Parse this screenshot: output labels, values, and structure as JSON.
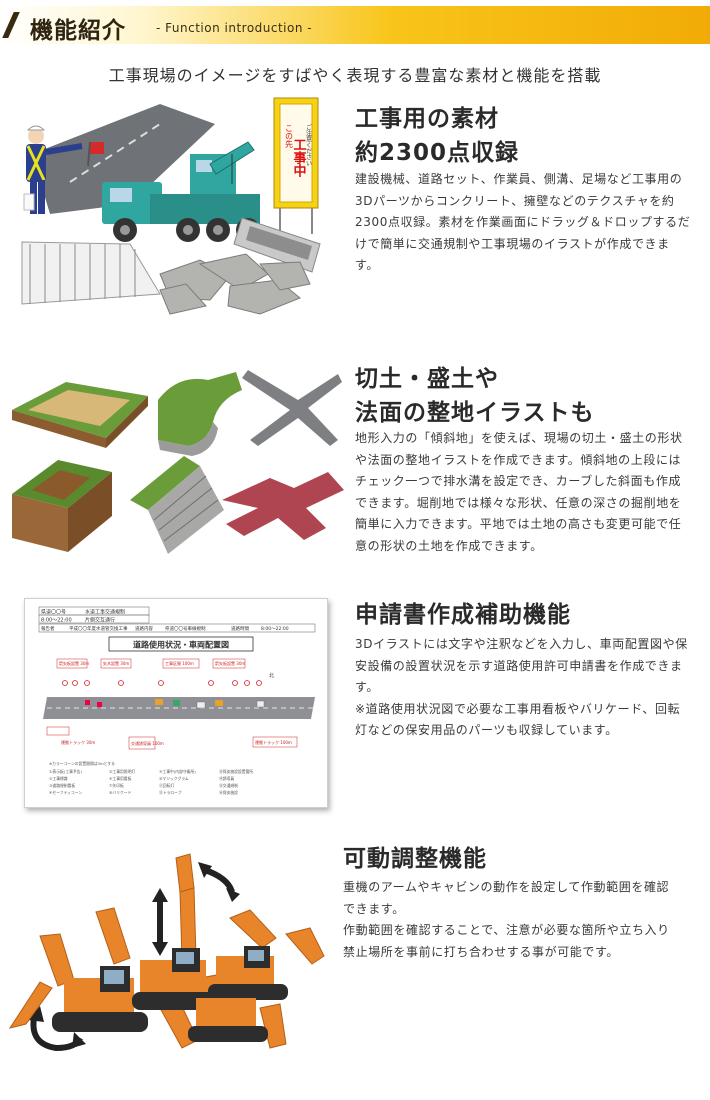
{
  "header": {
    "title": "機能紹介",
    "subtitle": "- Function introduction -"
  },
  "intro": "工事現場のイメージをすばやく表現する豊富な素材と機能を搭載",
  "sections": [
    {
      "title_line1": "工事用の素材",
      "title_line2": "約2300点収録",
      "body": [
        "建設機械、道路セット、作業員、側溝、足場など工事用の",
        "3Dパーツからコンクリート、擁壁などのテクスチャを約",
        "2300点収録。素材を作業画面にドラッグ＆ドロップするだ",
        "けで簡単に交通規制や工事現場のイラストが作成できま",
        "す。"
      ],
      "illustration": {
        "sign_text_top": "この先",
        "sign_text_main": "工事中",
        "sign_text_bottom": "ご注意ください"
      }
    },
    {
      "title_line1": "切土・盛土や",
      "title_line2": "法面の整地イラストも",
      "body": [
        "地形入力の「傾斜地」を使えば、現場の切土・盛土の形状",
        "や法面の整地イラストを作成できます。傾斜地の上段には",
        "チェック一つで排水溝を設定でき、カーブした斜面も作成",
        "できます。堀削地では様々な形状、任意の深さの掘削地を",
        "簡単に入力できます。平地では土地の高さも変更可能で任",
        "意の形状の土地を作成できます。"
      ]
    },
    {
      "title_line1": "申請書作成補助機能",
      "body": [
        "3Dイラストには文字や注釈などを入力し、車両配置図や保",
        "安設備の設置状況を示す道路使用許可申請書を作成できま",
        "す。",
        "※道路使用状況図で必要な工事用看板やバリケード、回転",
        "灯などの保安用品のパーツも収録しています。"
      ],
      "doc": {
        "row1": [
          "県道〇〇号",
          "水道工事交通規制"
        ],
        "row2": [
          "8:00〜22:00",
          "片側交互通行"
        ],
        "row3": [
          "報告者",
          "平成〇〇年度水道管交換工事",
          "道路内容",
          "県道〇〇号車線規制",
          "道路時間",
          "8:00〜22:00"
        ],
        "banner": "道路使用状況・車両配置図",
        "labels_top": [
          "箭矢板設置 30m",
          "矢木設置 30m",
          "工事区間 100m",
          "箭矢板設置 30m"
        ],
        "labels_bottom": [
          "交通誘導員 100m",
          "運搬トラック 30m",
          "運搬トラック 100m"
        ],
        "north": "北",
        "legend_title": "※カラーコーンの設置間隔は3mとする",
        "legend": [
          [
            "①表示板(工事予告)",
            "⑤工事用照明灯",
            "⑨工事中(内部守衛所)",
            "⑬保安施設設置箇所"
          ],
          [
            "②工事標識",
            "⑥工事用看板",
            "⑩マジックグラム",
            "⑭誘導員"
          ],
          [
            "③道路規制看板",
            "⑦矢印板",
            "⑪回転灯",
            "⑮交通規制"
          ],
          [
            "④セーフティコーン",
            "⑧バリケード",
            "⑫トラロープ",
            "⑯保安施設"
          ]
        ]
      }
    },
    {
      "title_line1": "可動調整機能",
      "body": [
        "重機のアームやキャビンの動作を設定して作動範囲を確認",
        "できます。",
        "作動範囲を確認することで、注意が必要な箇所や立ち入り",
        "禁止場所を事前に打ち合わせする事が可能です。"
      ]
    }
  ],
  "colors": {
    "accent": "#f2ab06",
    "crane": "#2fa7a0",
    "excavator": "#e8842a",
    "grass": "#5a8a2e",
    "road_red": "#b04552"
  }
}
